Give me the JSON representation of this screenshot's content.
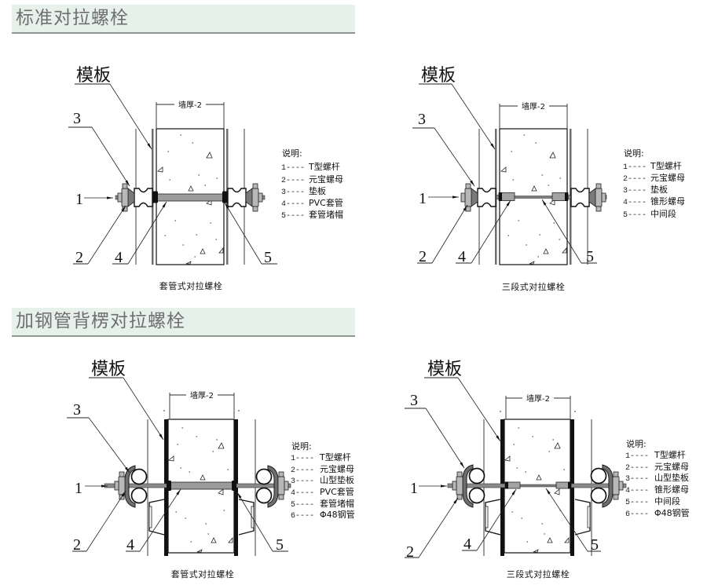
{
  "colors": {
    "header_background": "#e7f1eb",
    "header_border": "#8d9891",
    "header_text": "#6f6f6f",
    "line": "#111111",
    "steel_gray": "#8a8a8a"
  },
  "sections": [
    {
      "title": "标准对拉螺栓",
      "diagrams": [
        {
          "formwork_label": "模板",
          "dimension_label": "墙厚-2",
          "callouts": [
            "1",
            "2",
            "3",
            "4",
            "5"
          ],
          "legend_title": "说明:",
          "legend": [
            {
              "key": "1----",
              "label": "T型螺杆"
            },
            {
              "key": "2----",
              "label": "元宝螺母"
            },
            {
              "key": "3----",
              "label": "垫板"
            },
            {
              "key": "4----",
              "label": "PVC套管"
            },
            {
              "key": "5----",
              "label": "套管堵帽"
            }
          ],
          "caption": "套管式对拉螺栓"
        },
        {
          "formwork_label": "模板",
          "dimension_label": "墙厚-2",
          "callouts": [
            "1",
            "2",
            "3",
            "4",
            "5"
          ],
          "legend_title": "说明:",
          "legend": [
            {
              "key": "1----",
              "label": "T型螺杆"
            },
            {
              "key": "2----",
              "label": "元宝螺母"
            },
            {
              "key": "3----",
              "label": "垫板"
            },
            {
              "key": "4----",
              "label": "锥形螺母"
            },
            {
              "key": "5----",
              "label": "中间段"
            }
          ],
          "caption": "三段式对拉螺栓"
        }
      ]
    },
    {
      "title": "加钢管背楞对拉螺栓",
      "diagrams": [
        {
          "formwork_label": "模板",
          "dimension_label": "墙厚-2",
          "callouts": [
            "1",
            "2",
            "3",
            "4",
            "5"
          ],
          "legend_title": "说明:",
          "legend": [
            {
              "key": "1----",
              "label": "T型螺杆"
            },
            {
              "key": "2----",
              "label": "元宝螺母"
            },
            {
              "key": "3----",
              "label": "山型垫板"
            },
            {
              "key": "4----",
              "label": "PVC套管"
            },
            {
              "key": "5----",
              "label": "套管堵帽"
            },
            {
              "key": "6----",
              "label": "Φ48钢管"
            }
          ],
          "caption": "套管式对拉螺栓"
        },
        {
          "formwork_label": "模板",
          "dimension_label": "墙厚-2",
          "callouts": [
            "1",
            "2",
            "3",
            "4",
            "5"
          ],
          "legend_title": "说明:",
          "legend": [
            {
              "key": "1----",
              "label": "T型螺杆"
            },
            {
              "key": "2----",
              "label": "元宝螺母"
            },
            {
              "key": "3----",
              "label": "山型垫板"
            },
            {
              "key": "4----",
              "label": "锥形螺母"
            },
            {
              "key": "5----",
              "label": "中间段"
            },
            {
              "key": "6----",
              "label": "Φ48钢管"
            }
          ],
          "caption": "三段式对拉螺栓"
        }
      ]
    }
  ]
}
